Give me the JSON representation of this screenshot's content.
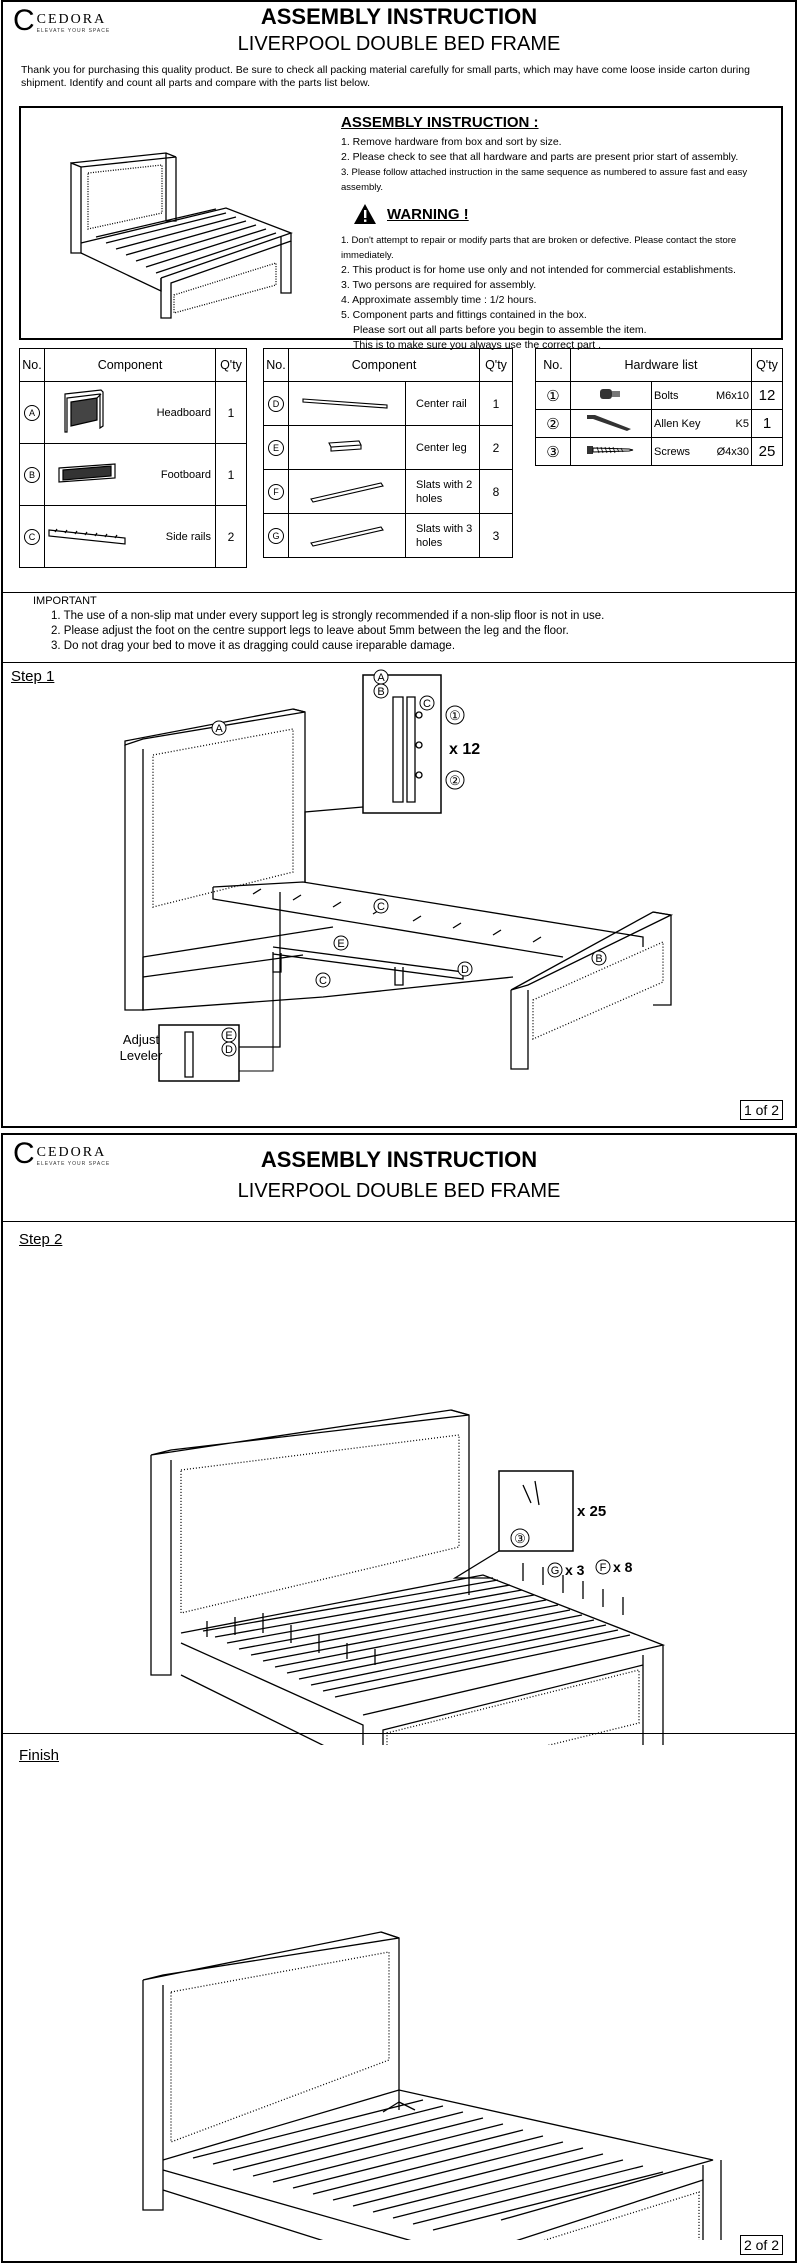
{
  "brand": {
    "name": "CEDORA",
    "tagline": "ELEVATE YOUR SPACE"
  },
  "header": {
    "title": "ASSEMBLY INSTRUCTION",
    "subtitle": "LIVERPOOL DOUBLE BED FRAME"
  },
  "intro": "Thank you for purchasing this quality product. Be sure to check all packing material carefully for small parts, which may have come loose inside carton during shipment. Identify and count all parts and compare with the parts list below.",
  "instructions": {
    "heading": "ASSEMBLY INSTRUCTION :",
    "items": [
      "1. Remove hardware from box and sort by size.",
      "2. Please check to see that all hardware and parts are present prior start of assembly.",
      "3. Please follow attached instruction in the same sequence as numbered to assure fast and easy assembly."
    ],
    "warning_label": "WARNING !",
    "warnings": [
      "1. Don't attempt to repair or modify parts that are broken or defective. Please contact the store immediately.",
      "2. This product is for home use  only and not intended for commercial establishments.",
      "3. Two persons are required for assembly.",
      "4. Approximate assembly time : 1/2 hours.",
      "5. Component parts and fittings contained in the box.",
      "Please sort out all parts before you begin to assemble the item.",
      "This is to make sure  you always use the correct part ."
    ]
  },
  "table_headers": {
    "no": "No.",
    "component": "Component",
    "qty": "Q'ty",
    "hardware": "Hardware list"
  },
  "components_left": [
    {
      "id": "A",
      "name": "Headboard",
      "qty": "1"
    },
    {
      "id": "B",
      "name": "Footboard",
      "qty": "1"
    },
    {
      "id": "C",
      "name": "Side rails",
      "qty": "2"
    }
  ],
  "components_mid": [
    {
      "id": "D",
      "name": "Center rail",
      "qty": "1"
    },
    {
      "id": "E",
      "name": "Center leg",
      "qty": "2"
    },
    {
      "id": "F",
      "name": "Slats with 2 holes",
      "qty": "8"
    },
    {
      "id": "G",
      "name": "Slats with 3 holes",
      "qty": "3"
    }
  ],
  "hardware": [
    {
      "id": "①",
      "name": "Bolts",
      "size": "M6x10",
      "qty": "12"
    },
    {
      "id": "②",
      "name": "Allen Key",
      "size": "K5",
      "qty": "1"
    },
    {
      "id": "③",
      "name": "Screws",
      "size": "Ø4x30",
      "qty": "25"
    }
  ],
  "important": {
    "heading": "IMPORTANT",
    "items": [
      "1. The use of a non-slip mat under every support leg is strongly recommended if a non-slip floor is not in use.",
      "2. Please adjust the foot on the centre support legs to leave about 5mm between the leg and the floor.",
      "3. Do not drag your bed to move it as dragging could cause ireparable damage."
    ]
  },
  "step1": {
    "label": "Step 1",
    "bolt_count": "x 12",
    "adjust_label": "Adjust Leveler",
    "callouts": [
      "A",
      "B",
      "C",
      "D",
      "E",
      "①",
      "②"
    ]
  },
  "step2": {
    "label": "Step 2",
    "screw_count": "x 25",
    "g_count": "x 3",
    "f_count": "x 8",
    "callouts": [
      "③",
      "G",
      "F"
    ]
  },
  "finish": {
    "label": "Finish"
  },
  "pages": {
    "p1": "1 of 2",
    "p2": "2 of 2"
  }
}
